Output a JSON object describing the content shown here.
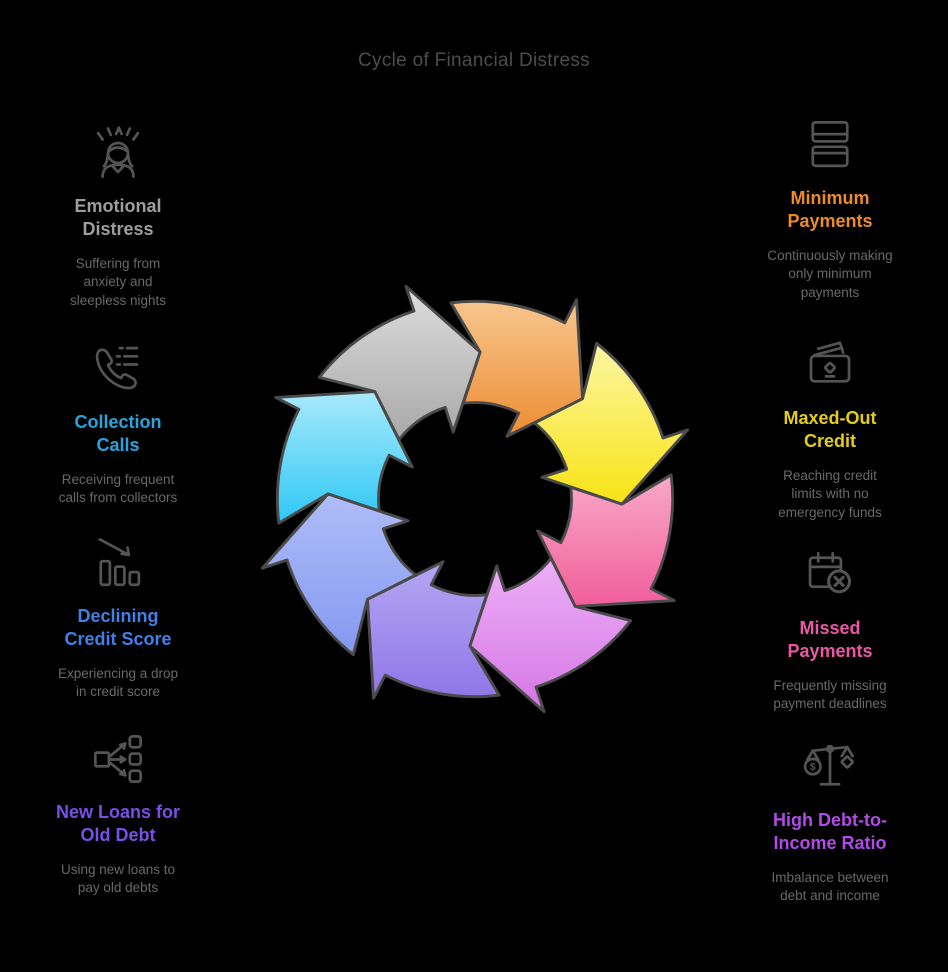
{
  "title": "Cycle of Financial Distress",
  "items": {
    "left": [
      {
        "name": "emotional-distress",
        "heading": "Emotional\nDistress",
        "color": "#9E9E9E",
        "description": "Suffering from\nanxiety and\nsleepless nights"
      },
      {
        "name": "collection-calls",
        "heading": "Collection\nCalls",
        "color": "#29A3DC",
        "description": "Receiving frequent\ncalls from collectors"
      },
      {
        "name": "declining-credit-score",
        "heading": "Declining\nCredit Score",
        "color": "#4080E8",
        "description": "Experiencing a drop\nin credit score"
      },
      {
        "name": "new-loans-for-old-debt",
        "heading": "New Loans for\nOld Debt",
        "color": "#7A4FE8",
        "description": "Using new loans to\npay old debts"
      }
    ],
    "right": [
      {
        "name": "minimum-payments",
        "heading": "Minimum\nPayments",
        "color": "#EC8B28",
        "description": "Continuously making\nonly minimum\npayments"
      },
      {
        "name": "maxed-out-credit",
        "heading": "Maxed-Out\nCredit",
        "color": "#E3CE15",
        "description": "Reaching credit\nlimits with no\nemergency funds"
      },
      {
        "name": "missed-payments",
        "heading": "Missed\nPayments",
        "color": "#E957A5",
        "description": "Frequently missing\npayment deadlines"
      },
      {
        "name": "high-debt-to-income-ratio",
        "heading": "High Debt-to-\nIncome Ratio",
        "color": "#B04AE8",
        "description": "Imbalance between\ndebt and income"
      }
    ]
  },
  "cycle": {
    "direction": "clockwise",
    "outline": "#4A4A4A",
    "arrows": [
      {
        "name": "gray",
        "light": "#DDDDDD",
        "base": "#A8A8A8"
      },
      {
        "name": "orange",
        "light": "#F7C68E",
        "base": "#ED8D33"
      },
      {
        "name": "yellow",
        "light": "#FCF6A3",
        "base": "#F8E314"
      },
      {
        "name": "pink",
        "light": "#F9A9C8",
        "base": "#F15E9C"
      },
      {
        "name": "orchid",
        "light": "#EDAFF7",
        "base": "#D577E5"
      },
      {
        "name": "purple",
        "light": "#B4A7F2",
        "base": "#8F76E8"
      },
      {
        "name": "periwinkle",
        "light": "#AFBDF8",
        "base": "#8498F0"
      },
      {
        "name": "cyan",
        "light": "#A9E9FC",
        "base": "#2EC8F5"
      }
    ]
  },
  "canvas": {
    "background": "#000000",
    "icon_stroke": "#545454",
    "title_color": "#4D4D4D",
    "description_color": "#696969"
  }
}
